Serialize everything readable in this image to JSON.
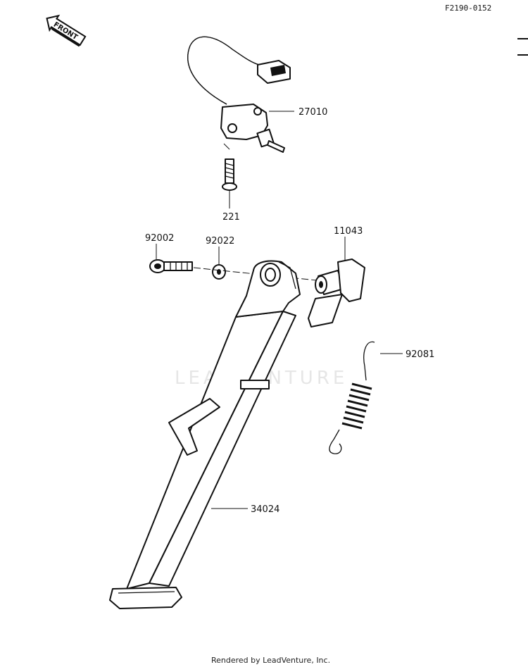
{
  "diagram_code": "F2190-0152",
  "front_arrow_label": "FRONT",
  "watermark": "LEADVENTURE",
  "credit": "Rendered by LeadVenture, Inc.",
  "parts": [
    {
      "id": "27010",
      "label": "27010"
    },
    {
      "id": "221",
      "label": "221"
    },
    {
      "id": "92002",
      "label": "92002"
    },
    {
      "id": "92022",
      "label": "92022"
    },
    {
      "id": "11043",
      "label": "11043"
    },
    {
      "id": "92081",
      "label": "92081"
    },
    {
      "id": "34024",
      "label": "34024"
    }
  ]
}
